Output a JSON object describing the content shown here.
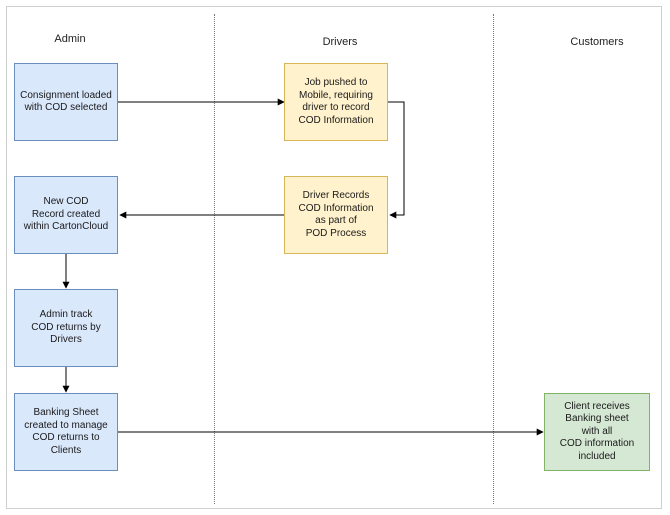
{
  "lanes": {
    "admin": "Admin",
    "drivers": "Drivers",
    "customers": "Customers"
  },
  "nodes": {
    "consignment_loaded": "Consignment loaded\nwith COD selected",
    "job_pushed": "Job pushed to\nMobile, requiring\ndriver to record\nCOD Information",
    "driver_records": "Driver Records\nCOD Information\nas part of\nPOD Process",
    "new_cod_record": "New COD\nRecord created\nwithin CartonCloud",
    "admin_track": "Admin track\nCOD returns by\nDrivers",
    "banking_sheet": "Banking Sheet\ncreated to manage\nCOD returns to\nClients",
    "client_receives": "Client receives\nBanking sheet\nwith all\nCOD information\nincluded"
  },
  "colors": {
    "admin_fill": "#dae8fc",
    "admin_stroke": "#6c8ebf",
    "driver_fill": "#fff2cc",
    "driver_stroke": "#d6b656",
    "customer_fill": "#d5e8d4",
    "customer_stroke": "#82b366",
    "edge": "#000000"
  }
}
